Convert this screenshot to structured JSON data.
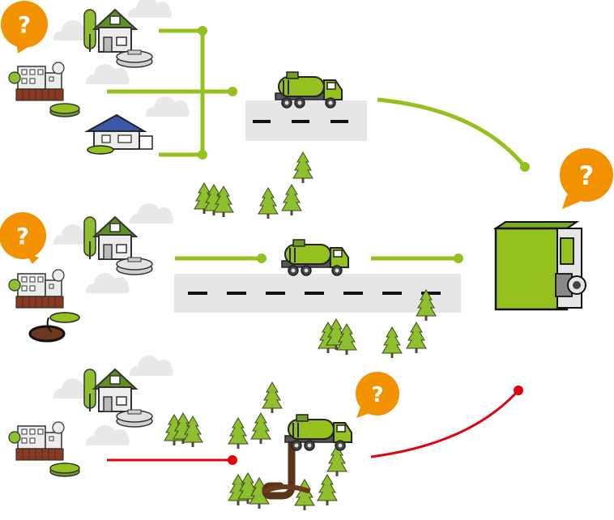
{
  "question_bubble": {
    "text": "?",
    "color": "#f39200"
  },
  "colors": {
    "green_line": "#95c11f",
    "red_line": "#e3000f",
    "truck_tank": "#95c11f",
    "station": "#95c11f",
    "road": "#e6e6e6",
    "tree": "#8dbf2e",
    "cloud": "#e8e8e8",
    "roof_blue": "#3b56a6",
    "sludge": "#6b3a1e"
  },
  "rows": [
    {
      "id": "row-1",
      "connection": "green",
      "destination": "treatment-station"
    },
    {
      "id": "row-2",
      "connection": "green",
      "destination": "treatment-station"
    },
    {
      "id": "row-3",
      "connection": "red",
      "destination": "none"
    }
  ]
}
